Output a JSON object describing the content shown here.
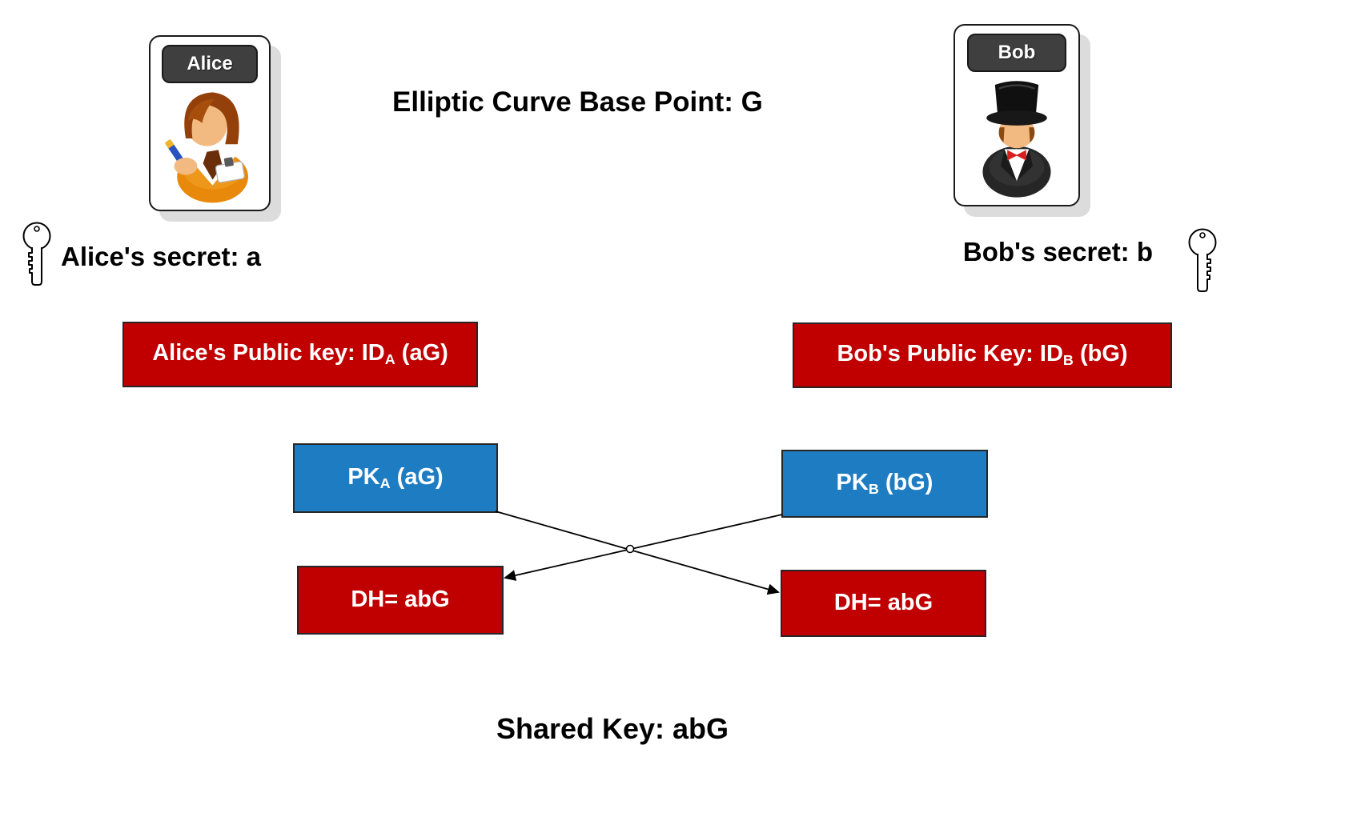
{
  "title": "Elliptic Curve Base Point: G",
  "alice": {
    "card_label": "Alice",
    "avatar": "woman-writing-avatar",
    "secret_label": "Alice's secret: a",
    "public_key": {
      "prefix": "Alice's Public key: ID",
      "sub": "A",
      "suffix": " (aG)"
    },
    "pk": {
      "prefix": "PK",
      "sub": "A",
      "suffix": " (aG)"
    },
    "dh_label": "DH= abG"
  },
  "bob": {
    "card_label": "Bob",
    "avatar": "man-top-hat-avatar",
    "secret_label": "Bob's secret: b",
    "public_key": {
      "prefix": "Bob's Public Key: ID",
      "sub": "B",
      "suffix": " (bG)"
    },
    "pk": {
      "prefix": "PK",
      "sub": "B",
      "suffix": " (bG)"
    },
    "dh_label": "DH= abG"
  },
  "shared_key_label": "Shared Key: abG",
  "icons": {
    "left_key": "key-icon",
    "right_key": "key-icon"
  },
  "colors": {
    "public_key_box": "#C00000",
    "dh_box": "#C00000",
    "pk_box": "#1E7DC2",
    "card_header": "#3F3F3F",
    "box_text": "#FFFFFF",
    "text": "#000000"
  }
}
